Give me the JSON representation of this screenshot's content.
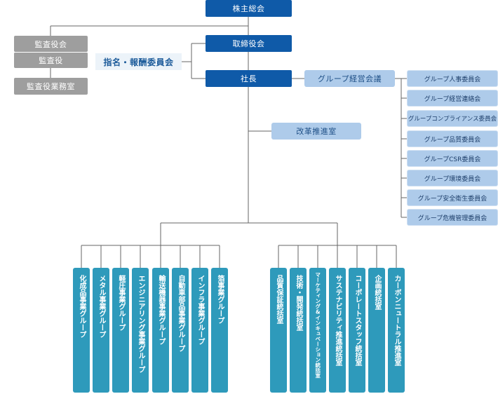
{
  "chart_title": "",
  "top": {
    "shareholders": "株主総会",
    "board": "取締役会",
    "president": "社長",
    "nomination_committee": "指名・報酬委員会",
    "group_management_meeting": "グループ経営会議",
    "reform_office": "改革推進室"
  },
  "audit": {
    "board": "監査役会",
    "auditor": "監査役",
    "office": "監査役業務室"
  },
  "committees": [
    "グループ人事委員会",
    "グループ経営連絡会",
    "グループコンプライアンス委員会",
    "グループ品質委員会",
    "グループCSR委員会",
    "グループ環境委員会",
    "グループ安全衛生委員会",
    "グループ危機管理委員会"
  ],
  "business_groups": [
    "化成品事業グループ",
    "メタル事業グループ",
    "軽圧事業グループ",
    "エンジニアリング事業グループ",
    "輸送機器事業グループ",
    "自動車部品事業グループ",
    "インフラ事業グループ",
    "箔事業グループ"
  ],
  "corporate_offices": [
    "品質保証統括室",
    "技術・開発統括室",
    "マーケティング&インキュベーション統括室",
    "サステナビリティ推進統括室",
    "コーポレートスタッフ統括室",
    "企画統括室",
    "カーボンニュートラル推進室"
  ]
}
